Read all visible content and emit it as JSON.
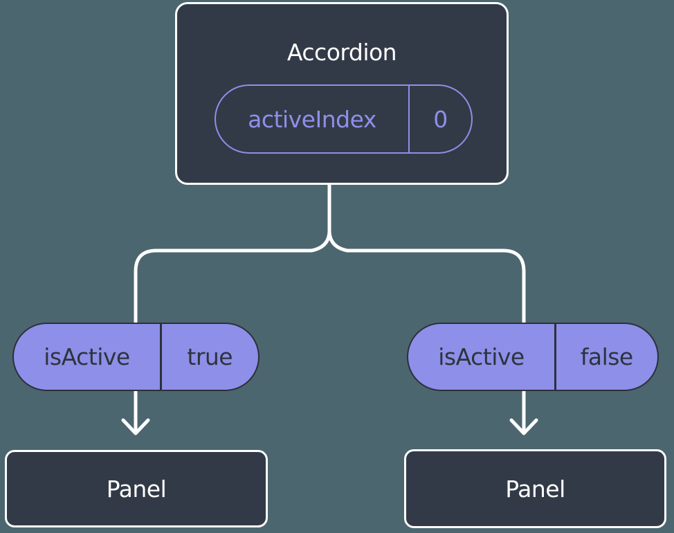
{
  "diagram": {
    "colors": {
      "background": "#4c666f",
      "node_fill": "#333a47",
      "node_border": "#ffffff",
      "node_text": "#ffffff",
      "state_accent": "#8d90ea",
      "prop_fill": "#8d8fe8",
      "prop_border": "#2b303a",
      "prop_text": "#2e333d",
      "connector": "#ffffff"
    },
    "root": {
      "title": "Accordion",
      "state": {
        "name": "activeIndex",
        "value": "0"
      }
    },
    "branches": [
      {
        "prop": {
          "name": "isActive",
          "value": "true"
        },
        "child": {
          "title": "Panel"
        }
      },
      {
        "prop": {
          "name": "isActive",
          "value": "false"
        },
        "child": {
          "title": "Panel"
        }
      }
    ]
  }
}
